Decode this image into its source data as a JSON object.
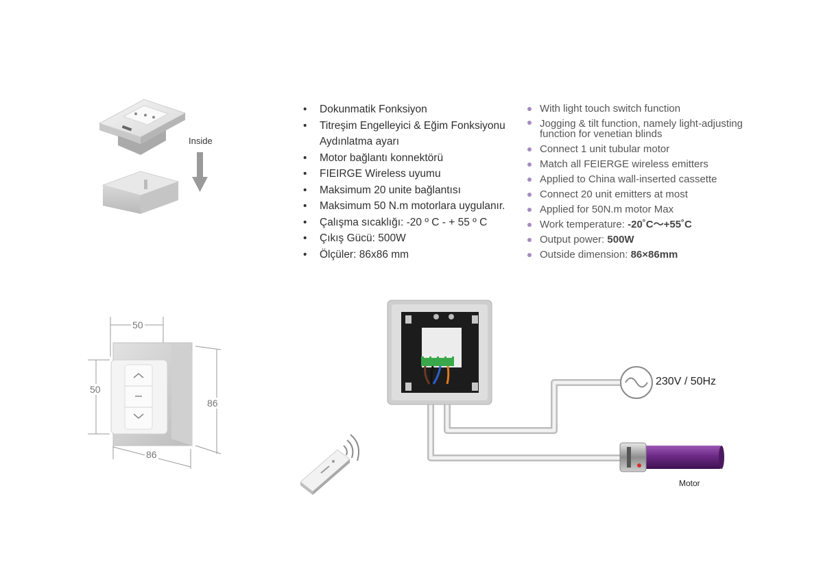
{
  "labels": {
    "inside": "Inside",
    "dim_top": "50",
    "dim_left": "50",
    "dim_right": "86",
    "dim_bottom": "86",
    "power": "230V / 50Hz",
    "motor": "Motor"
  },
  "features_tr": [
    {
      "text": "Dokunmatik Fonksiyon"
    },
    {
      "text": "Titreşim Engelleyici & Eğim Fonksiyonu",
      "text2": "Aydınlatma ayarı"
    },
    {
      "text": "Motor bağlantı konnektörü"
    },
    {
      "text": "FIEIRGE Wireless uyumu"
    },
    {
      "text": "Maksimum 20 unite bağlantısı"
    },
    {
      "text": "Maksimum 50 N.m  motorlara uygulanır."
    },
    {
      "text": "Çalışma sıcaklığı: -20 º C - + 55 º C"
    },
    {
      "text": "Çıkış Gücü: 500W"
    },
    {
      "text": "Ölçüler: 86x86 mm"
    }
  ],
  "features_en": [
    {
      "text": "With light touch switch function"
    },
    {
      "text": "Jogging & tilt function, namely light-adjusting",
      "text2": "function for venetian blinds"
    },
    {
      "text": "Connect 1 unit tubular motor"
    },
    {
      "text": "Match all FEIERGE wireless emitters"
    },
    {
      "text": "Applied to China wall-inserted cassette"
    },
    {
      "text": "Connect 20 unit emitters at most"
    },
    {
      "text": "Applied for 50N.m motor Max"
    },
    {
      "text": "Work temperature: ",
      "bold": "-20˚C～+55˚C"
    },
    {
      "text": "Output power: ",
      "bold": "500W"
    },
    {
      "text": "Outside dimension: ",
      "bold": "86×86mm"
    }
  ],
  "colors": {
    "wire_brown": "#6b3a1f",
    "wire_black": "#111111",
    "wire_blue": "#2b5fd0",
    "wire_orange": "#e07a1c",
    "motor_purple": "#6c2a86",
    "bullet_en": "#a58bbf"
  }
}
